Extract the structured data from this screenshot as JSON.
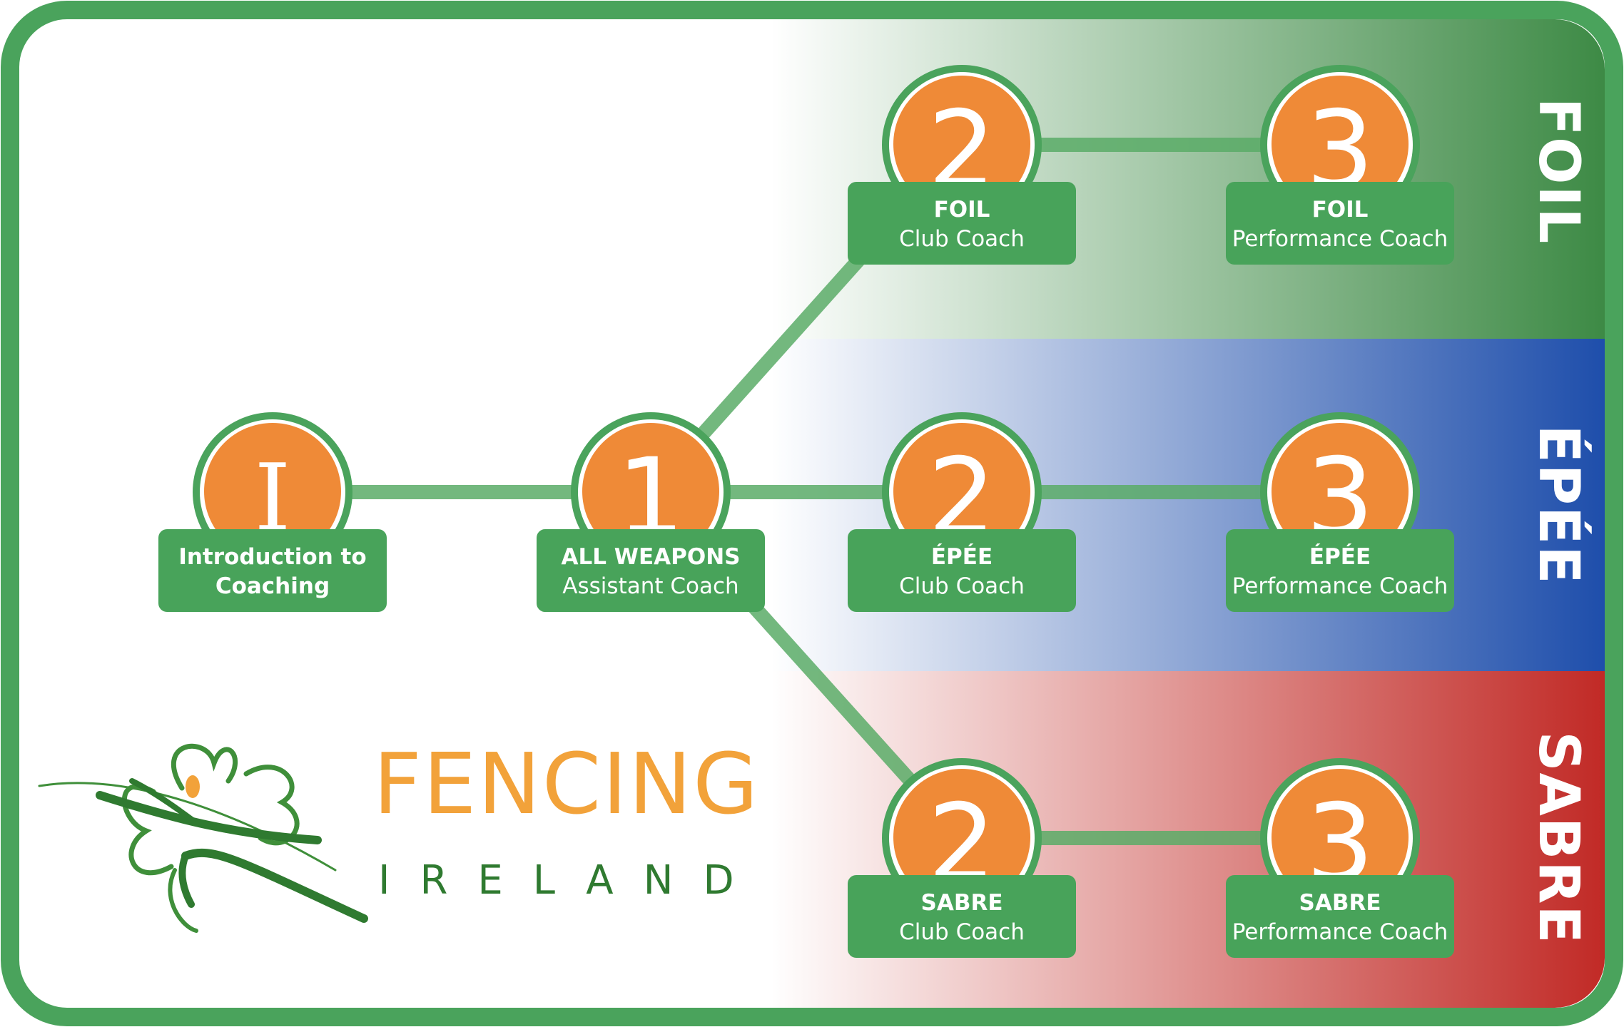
{
  "colors": {
    "frame": "#4aa35c",
    "node_orange": "#ef8a37",
    "label_box": "#48a35a",
    "foil_band": "#3d8a45",
    "epee_band": "#1e4eab",
    "sabre_band": "#c12a26",
    "logo_orange": "#f2a23a",
    "logo_green": "#2f7a30"
  },
  "bands": [
    {
      "name": "FOIL",
      "color_key": "foil_band"
    },
    {
      "name": "ÉPÉE",
      "color_key": "epee_band"
    },
    {
      "name": "SABRE",
      "color_key": "sabre_band"
    }
  ],
  "nodes": [
    {
      "id": "intro",
      "symbol": "I",
      "roman": true,
      "line1": "Introduction to",
      "line2": "Coaching",
      "line2_bold": true
    },
    {
      "id": "all-weapons",
      "symbol": "1",
      "line1": "ALL WEAPONS",
      "line2": "Assistant Coach"
    },
    {
      "id": "foil-club",
      "symbol": "2",
      "line1": "FOIL",
      "line2": "Club Coach"
    },
    {
      "id": "foil-performance",
      "symbol": "3",
      "line1": "FOIL",
      "line2": "Performance Coach"
    },
    {
      "id": "epee-club",
      "symbol": "2",
      "line1": "ÉPÉE",
      "line2": "Club Coach"
    },
    {
      "id": "epee-performance",
      "symbol": "3",
      "line1": "ÉPÉE",
      "line2": "Performance Coach"
    },
    {
      "id": "sabre-club",
      "symbol": "2",
      "line1": "SABRE",
      "line2": "Club Coach"
    },
    {
      "id": "sabre-performance",
      "symbol": "3",
      "line1": "SABRE",
      "line2": "Performance Coach"
    }
  ],
  "connections": [
    [
      "intro",
      "all-weapons"
    ],
    [
      "all-weapons",
      "foil-club"
    ],
    [
      "all-weapons",
      "epee-club"
    ],
    [
      "all-weapons",
      "sabre-club"
    ],
    [
      "foil-club",
      "foil-performance"
    ],
    [
      "epee-club",
      "epee-performance"
    ],
    [
      "sabre-club",
      "sabre-performance"
    ]
  ],
  "logo": {
    "main": "FENCING",
    "sub": "IRELAND",
    "icon": "shamrock-fencer-icon"
  }
}
